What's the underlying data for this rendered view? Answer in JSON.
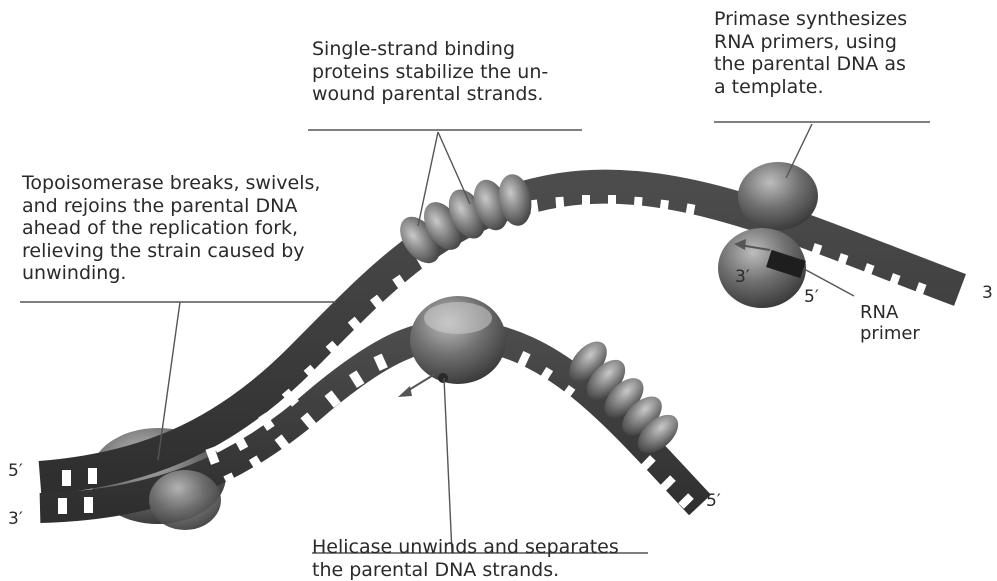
{
  "labels": {
    "ssb": "Single-strand binding\nproteins stabilize the un-\nwound parental strands.",
    "primase": "Primase synthesizes\nRNA primers, using\nthe parental DNA as\na template.",
    "topoisomerase": "Topoisomerase breaks, swivels,\nand rejoins the parental DNA\nahead of the replication fork,\nrelieving the strain caused by\nunwinding.",
    "helicase": "Helicase unwinds and separates\nthe parental DNA strands.",
    "rna_primer": "RNA\nprimer"
  },
  "strand_ends": {
    "left_top": "5′",
    "left_bottom": "3′",
    "right_tip": "3",
    "lower_tip": "5′",
    "primer_5": "5′",
    "primer_3": "3′"
  },
  "colors": {
    "strand": "#3b3b3b",
    "rung": "#ffffff",
    "protein_dark": "#4a4a4a",
    "protein_mid": "#7d7d7d",
    "protein_light": "#b8b8b8",
    "primer": "#1e1e1e",
    "leader_line": "#555555",
    "arrow": "#555555",
    "text": "#2a2a2a"
  }
}
